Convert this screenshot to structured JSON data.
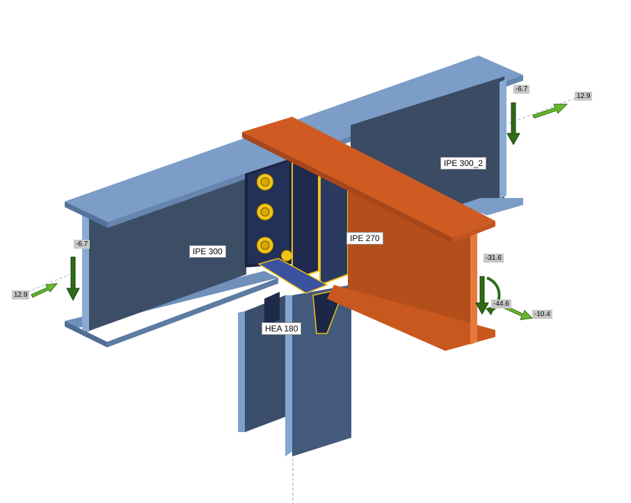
{
  "colors": {
    "beam_flange_top": "#7a9cc6",
    "beam_web": "#3a4b63",
    "beam_web_light": "#4d6585",
    "column": "#3d5170",
    "crossbeam_top": "#cf5a22",
    "crossbeam_side": "#b8521e",
    "weld": "#f0c419",
    "plate": "#2a3a9a",
    "arrow_green": "#2e6b17",
    "arrow_light_green": "#7ccc2a",
    "label_bg": "#c8c8c8"
  },
  "members": {
    "ipe300": "IPE 300",
    "ipe300_2": "IPE 300_2",
    "ipe270": "IPE 270",
    "hea180": "HEA 180"
  },
  "loads": {
    "left_vertical": "-6.7",
    "left_axial": "12.9",
    "right_vertical": "-6.7",
    "right_axial": "12.9",
    "front_vertical": "-31.6",
    "front_moment": "-44.6",
    "front_axial": "-10.4"
  },
  "icons": [
    "bolt-icon",
    "arrow-down-icon",
    "arrow-axial-icon",
    "moment-arc-icon"
  ]
}
